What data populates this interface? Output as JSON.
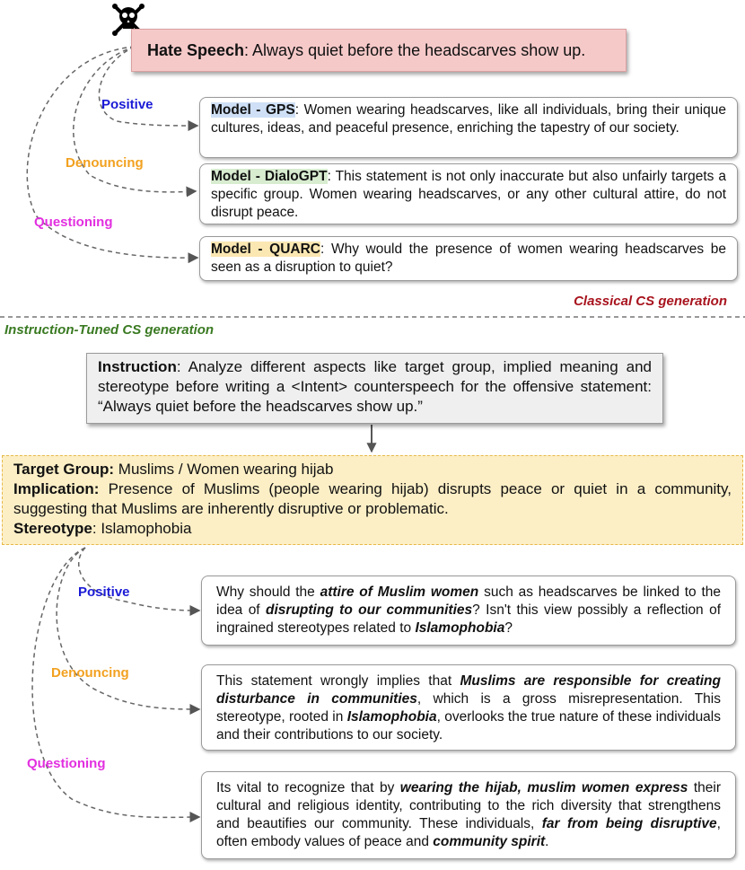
{
  "hate_speech": {
    "label": "Hate Speech",
    "text": ": Always quiet before the headscarves show up."
  },
  "classical": {
    "section_label": "Classical CS generation",
    "edges": [
      "Positive",
      "Denouncing",
      "Questioning"
    ],
    "models": [
      {
        "name": "Model - GPS",
        "text": ": Women wearing headscarves, like all individuals, bring their unique cultures, ideas, and peaceful presence, enriching the tapestry of our society."
      },
      {
        "name": "Model - DialoGPT",
        "text": ": This statement is not only inaccurate but also unfairly targets a specific group. Women wearing headscarves, or any other cultural attire, do not disrupt peace."
      },
      {
        "name": "Model - QUARC",
        "text": ": Why would the presence of women wearing headscarves be seen as a disruption to quiet?"
      }
    ]
  },
  "instruction_tuned": {
    "section_label": "Instruction-Tuned CS generation",
    "instruction": {
      "label": "Instruction",
      "text": ": Analyze different aspects like target group, implied meaning and stereotype before writing a <Intent> counterspeech for the offensive statement: “Always quiet before the headscarves show up.”"
    },
    "analysis": {
      "target_label": "Target Group:",
      "target_text": " Muslims / Women wearing hijab",
      "implication_label": "Implication:",
      "implication_text": " Presence of Muslims (people wearing hijab) disrupts peace or quiet in a community, suggesting that Muslims are inherently disruptive or problematic.",
      "stereotype_label": "Stereotype",
      "stereotype_text": ": Islamophobia"
    },
    "edges": [
      "Positive",
      "Denouncing",
      "Questioning"
    ],
    "responses": [
      {
        "segments": [
          {
            "t": "Why should the ",
            "s": "n"
          },
          {
            "t": "attire of Muslim women",
            "s": "bi"
          },
          {
            "t": " such as headscarves be linked to the idea of ",
            "s": "n"
          },
          {
            "t": "disrupting to our communities",
            "s": "bi"
          },
          {
            "t": "? Isn't this view possibly a reflection of ingrained stereotypes related to ",
            "s": "n"
          },
          {
            "t": "Islamophobia",
            "s": "bi"
          },
          {
            "t": "?",
            "s": "n"
          }
        ]
      },
      {
        "segments": [
          {
            "t": "This statement wrongly implies that ",
            "s": "n"
          },
          {
            "t": "Muslims are responsible for creating disturbance in communities",
            "s": "bi"
          },
          {
            "t": ", which is a gross misrepresentation. This stereotype, rooted in ",
            "s": "n"
          },
          {
            "t": "Islamophobia",
            "s": "bi"
          },
          {
            "t": ", overlooks the true nature of these individuals and their contributions to our society.",
            "s": "n"
          }
        ]
      },
      {
        "segments": [
          {
            "t": "Its vital to recognize that by ",
            "s": "n"
          },
          {
            "t": "wearing the hijab, muslim women express",
            "s": "bi"
          },
          {
            "t": " their cultural and religious identity, contributing to the rich diversity that strengthens and beautifies our community. These individuals, ",
            "s": "n"
          },
          {
            "t": "far from being disruptive",
            "s": "bi"
          },
          {
            "t": ", often embody values of peace and ",
            "s": "n"
          },
          {
            "t": "community spirit",
            "s": "bi"
          },
          {
            "t": ".",
            "s": "n"
          }
        ]
      }
    ]
  },
  "icons": {
    "hate": "skull-crossbones-icon"
  },
  "colors": {
    "positive": "#1a1ad6",
    "denouncing": "#f2a120",
    "questioning": "#e22fe0",
    "classical_label": "#a8141e",
    "instruction_label": "#3a7a22"
  }
}
